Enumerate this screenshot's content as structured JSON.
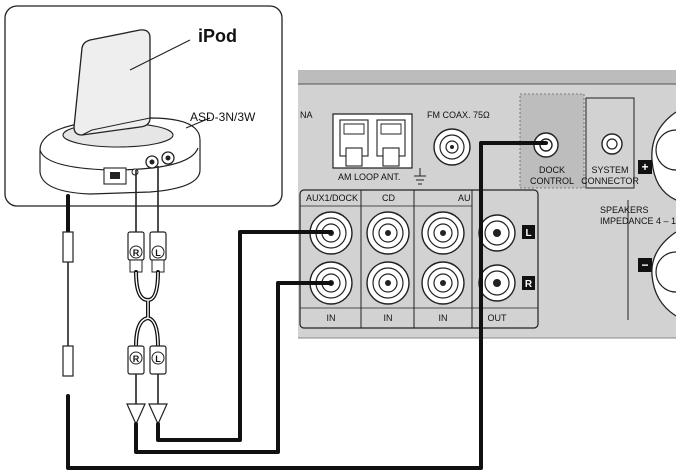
{
  "callouts": {
    "ipod": "iPod",
    "dock_model": "ASD-3N/3W"
  },
  "panel": {
    "antenna_fragment": "NA",
    "am_loop": "AM LOOP ANT.",
    "fm_coax": "FM COAX. 75Ω",
    "dock_control_1": "DOCK",
    "dock_control_2": "CONTROL",
    "system_connector_1": "SYSTEM",
    "system_connector_2": "CONNECTOR",
    "speakers_1": "SPEAKERS",
    "speakers_2": "IMPEDANCE 4 – 1",
    "plus": "+",
    "minus": "−",
    "jack_groups": [
      {
        "label": "AUX1/DOCK",
        "bottom": "IN"
      },
      {
        "label": "CD",
        "bottom": "IN"
      },
      {
        "label": "AU",
        "bottom": "IN"
      },
      {
        "label": "",
        "bottom": "OUT"
      }
    ],
    "channel_left": "L",
    "channel_right": "R"
  },
  "plugs": {
    "right": "R",
    "left": "L"
  }
}
